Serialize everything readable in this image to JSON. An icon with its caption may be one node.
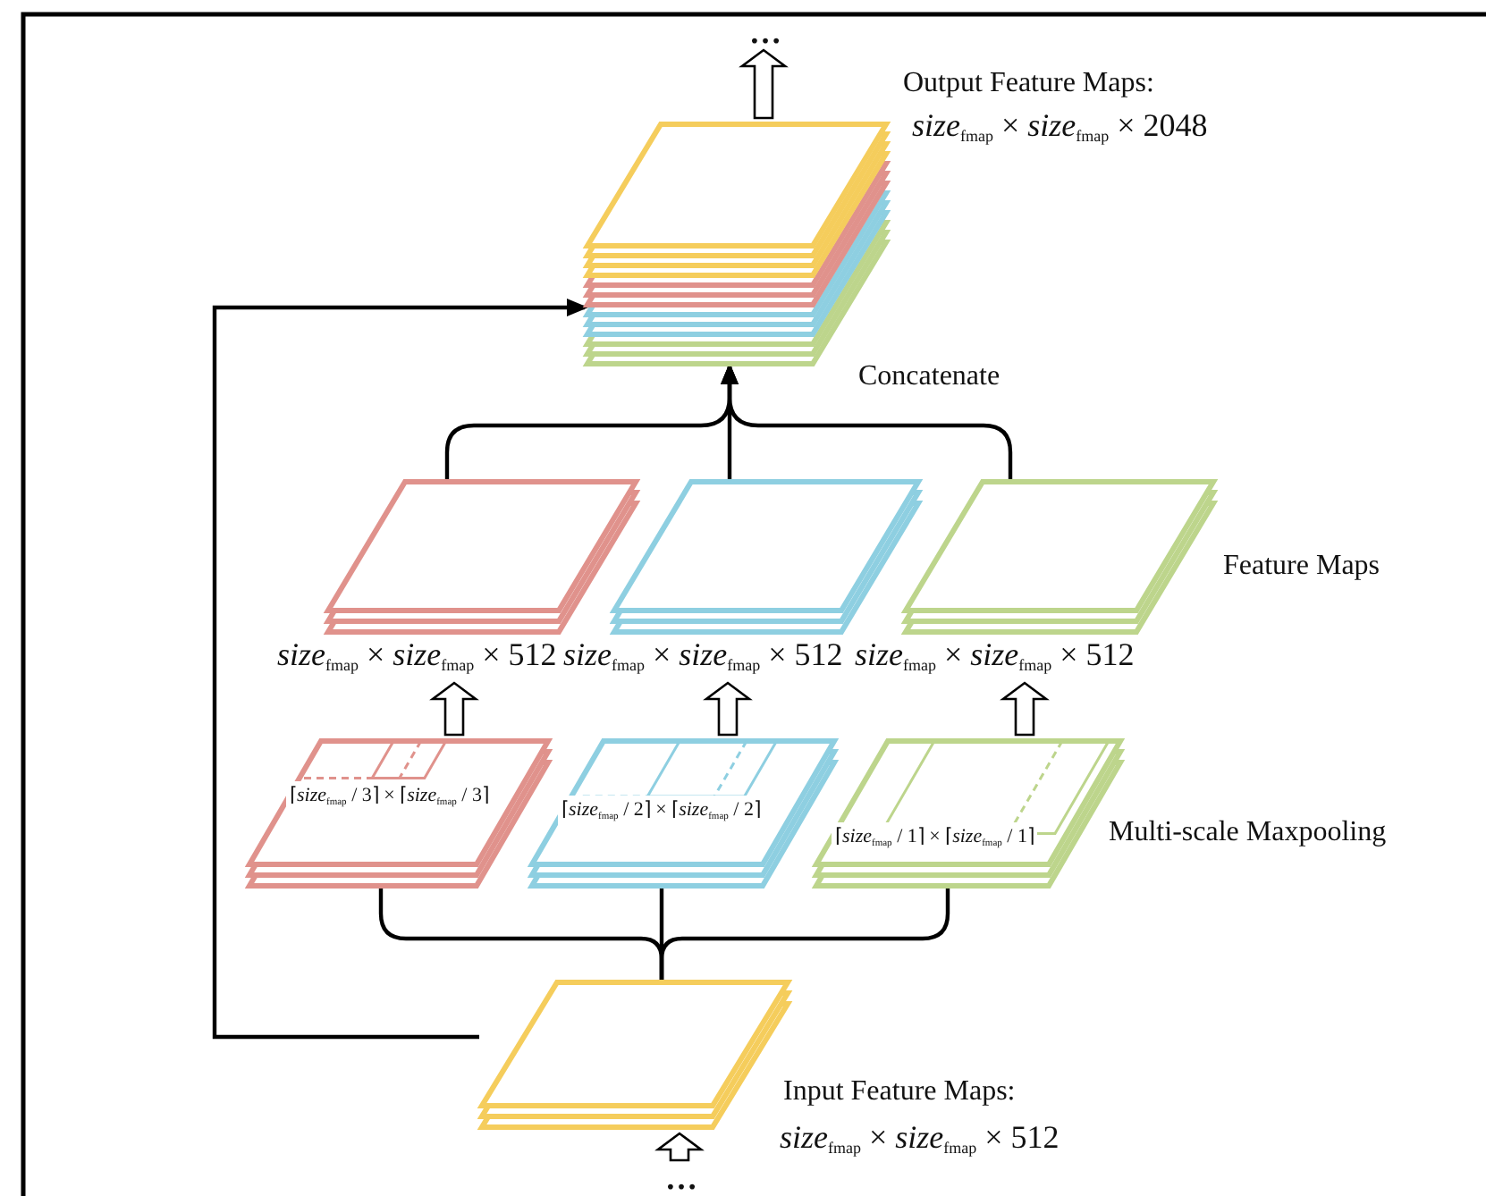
{
  "diagram": {
    "nodes": [
      {
        "text": [],
        "shape": "box",
        "beside": [
          "Output Feature Maps:",
          "*size*$_{fmap}$ × *size*$_{fmap}$ × 2048"
        ]
      },
      {
        "text": [],
        "shape": "box",
        "beside": [
          "*size*$_{fmap}$ × *size*$_{fmap}$ × 512"
        ]
      },
      {
        "text": [],
        "shape": "box",
        "beside": [
          "*size*$_{fmap}$ × *size*$_{fmap}$ × 512"
        ]
      },
      {
        "text": [],
        "shape": "box",
        "beside": [
          "*size*$_{fmap}$ × *size*$_{fmap}$ × 512"
        ]
      },
      {
        "text": [
          "⌈*size*$_{fmap}$ / 3⌉ × ⌈*size*$_{fmap}$ / 3⌉"
        ]
      },
      {
        "text": [
          "⌈*size*$_{fmap}$ / 2⌉ × ⌈*size*$_{fmap}$ / 2⌉"
        ]
      },
      {
        "text": [
          "⌈*size*$_{fmap}$ / 1⌉ × ⌈*size*$_{fmap}$ / 1⌉"
        ]
      },
      {
        "text": [],
        "shape": "box",
        "beside": [
          "Input Feature Maps:",
          "*size*$_{fmap}$ × *size*$_{fmap}$ × 512"
        ]
      },
      {
        "text": [
          "…"
        ]
      },
      {
        "text": [
          "…"
        ]
      }
    ],
    "edges": [
      {
        "from": 0,
        "to": 8,
        "arrow": "to",
        "style": "thick"
      },
      {
        "from": 1,
        "to": 0,
        "arrow": "to"
      },
      {
        "from": 2,
        "to": 0,
        "arrow": "to"
      },
      {
        "from": 3,
        "to": 0,
        "arrow": "to"
      },
      {
        "from": 4,
        "to": 1,
        "arrow": "to",
        "style": "thick"
      },
      {
        "from": 5,
        "to": 2,
        "arrow": "to",
        "style": "thick"
      },
      {
        "from": 6,
        "to": 3,
        "arrow": "to",
        "style": "thick"
      },
      {
        "from": 7,
        "to": 4,
        "arrow": "none"
      },
      {
        "from": 7,
        "to": 5,
        "arrow": "none"
      },
      {
        "from": 7,
        "to": 6,
        "arrow": "none"
      },
      {
        "from": 7,
        "to": 0,
        "arrow": "to"
      },
      {
        "from": 9,
        "to": 7,
        "arrow": "to",
        "style": "thick"
      }
    ],
    "labels": [
      "Concatenate",
      "Feature Maps",
      "Multi-scale Maxpooling"
    ]
  }
}
